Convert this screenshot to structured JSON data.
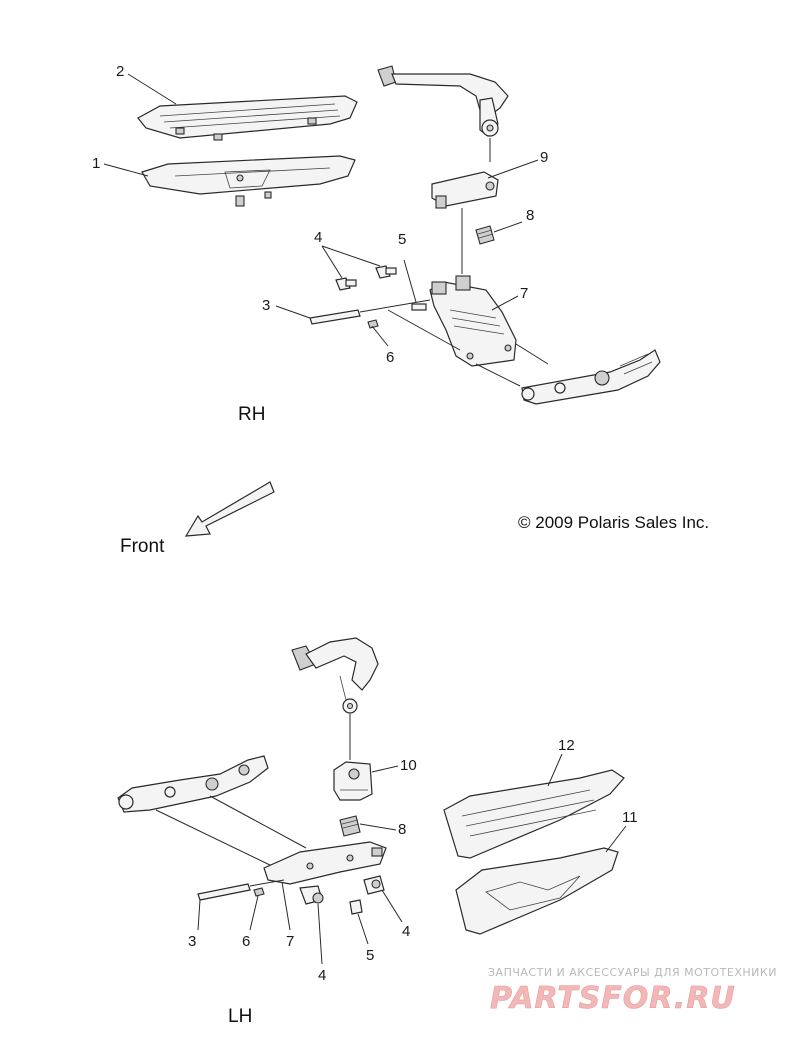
{
  "diagram": {
    "sections": {
      "rh": "RH",
      "lh": "LH"
    },
    "front_label": "Front",
    "copyright": "© 2009 Polaris Sales Inc.",
    "watermark": {
      "line1": "ЗАПЧАСТИ И АКСЕССУАРЫ ДЛЯ МОТОТЕХНИКИ",
      "line2": "PARTSFOR.RU"
    },
    "callouts_rh": [
      "2",
      "1",
      "9",
      "8",
      "4",
      "5",
      "3",
      "7",
      "6"
    ],
    "callouts_lh": [
      "10",
      "12",
      "8",
      "11",
      "3",
      "6",
      "7",
      "4",
      "5",
      "4"
    ]
  }
}
